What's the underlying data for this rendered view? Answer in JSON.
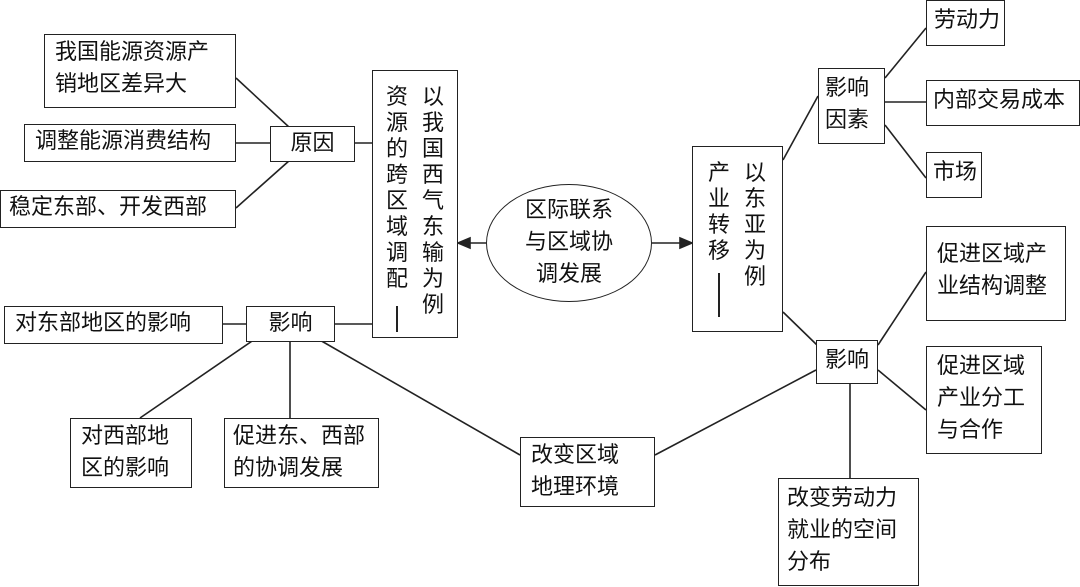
{
  "center": "区际联系\n与区域协\n调发展",
  "left": {
    "main_col1": "资源的跨区域调配",
    "main_col2": "以我国西气东输为例",
    "reason": {
      "label": "原因",
      "items": [
        "我国能源资源产\n销地区差异大",
        "调整能源消费结构",
        "稳定东部、开发西部"
      ]
    },
    "effect": {
      "label": "影响",
      "items": [
        "对东部地区的影响",
        "对西部地\n区的影响",
        "促进东、西部\n的协调发展",
        "改变区域\n地理环境"
      ]
    }
  },
  "right": {
    "main_col1": "产业转移",
    "main_col2": "以东亚为例",
    "factors": {
      "label": "影响\n因素",
      "items": [
        "劳动力",
        "内部交易成本",
        "市场"
      ]
    },
    "effect": {
      "label": "影响",
      "items": [
        "促进区域产\n业结构调整",
        "促进区域\n产业分工\n与合作",
        "改变劳动力\n就业的空间\n分布"
      ]
    }
  }
}
